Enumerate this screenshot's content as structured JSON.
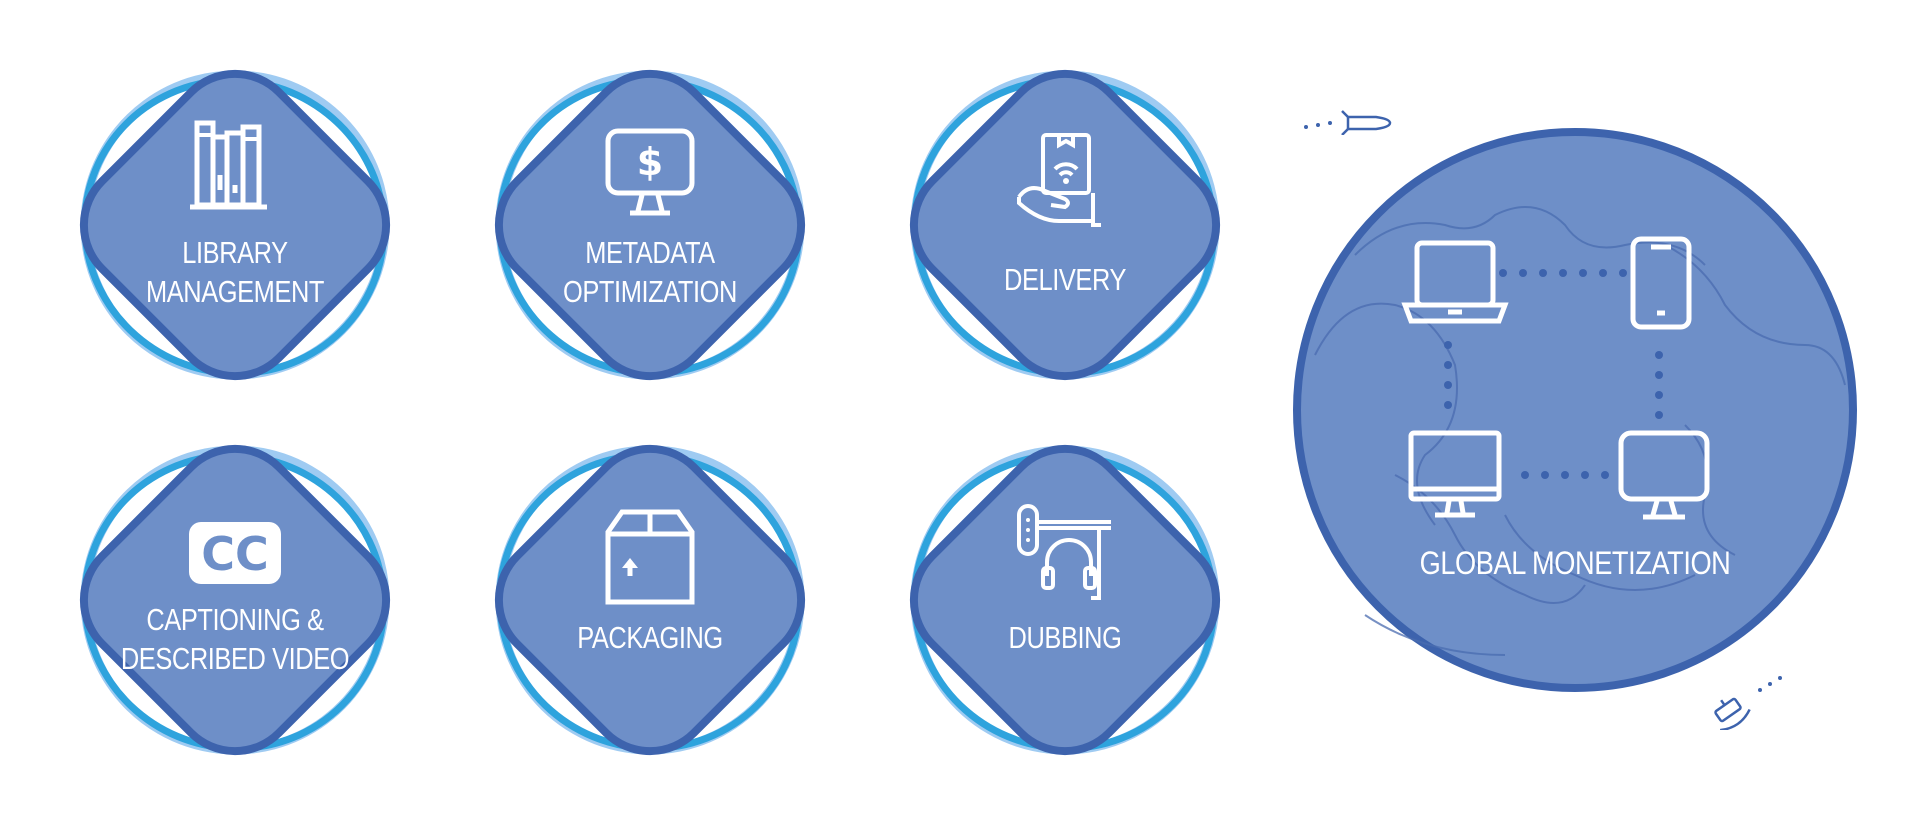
{
  "colors": {
    "tile_fill": "#6e8fc8",
    "tile_border": "#3d63ad",
    "ring_blue": "#2ea3dd",
    "ring_light": "#9fcbf2",
    "icon": "#ffffff"
  },
  "services": [
    {
      "label": "LIBRARY\nMANAGEMENT",
      "icon": "books-icon"
    },
    {
      "label": "METADATA\nOPTIMIZATION",
      "icon": "monitor-dollar-icon"
    },
    {
      "label": "DELIVERY",
      "icon": "hand-package-wifi-icon"
    },
    {
      "label": "CAPTIONING &\nDESCRIBED VIDEO",
      "icon": "closed-caption-icon"
    },
    {
      "label": "PACKAGING",
      "icon": "box-icon"
    },
    {
      "label": "DUBBING",
      "icon": "microphone-headphones-icon"
    }
  ],
  "globe": {
    "label": "GLOBAL MONETIZATION",
    "devices": [
      "laptop-icon",
      "smartphone-icon",
      "desktop-icon",
      "monitor-icon"
    ]
  }
}
